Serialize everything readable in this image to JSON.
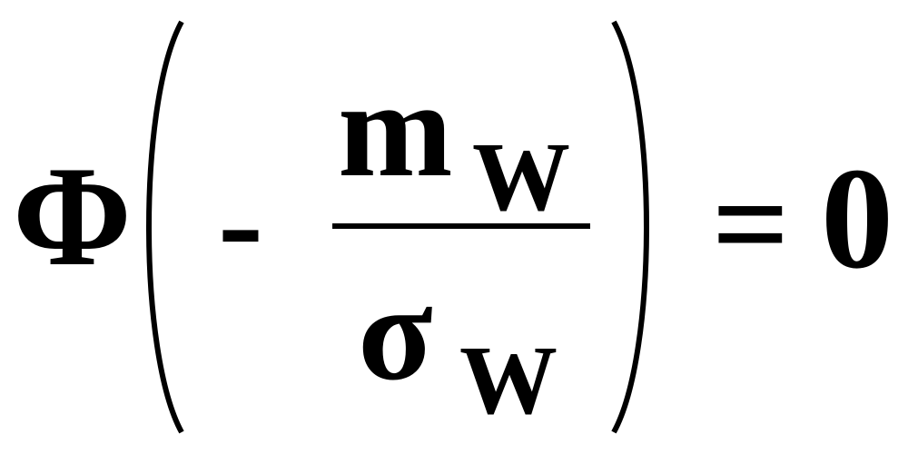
{
  "formula": {
    "function_symbol": "Φ",
    "minus": "-",
    "numerator": {
      "main": "m",
      "subscript": "W"
    },
    "denominator": {
      "main": "σ",
      "subscript": "W"
    },
    "equals": "=",
    "result": "0"
  }
}
